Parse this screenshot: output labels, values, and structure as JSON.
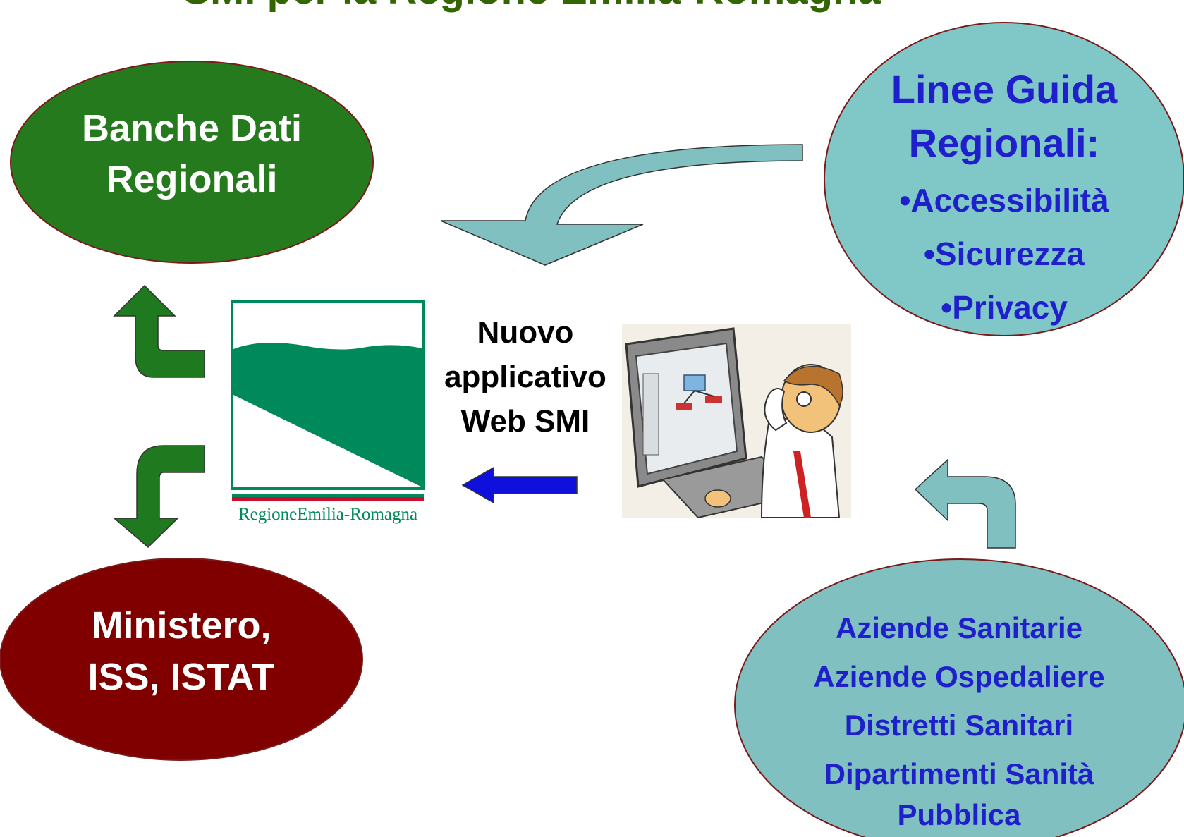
{
  "title": "SMI per la Regione Emilia-Romagna",
  "colors": {
    "title": "#336600",
    "green_ellipse": "#267a1e",
    "maroon_ellipse": "#800000",
    "teal_ellipse": "#80c4c4",
    "ellipse_border": "#7a1a1a",
    "blue_text": "#1f1fcc",
    "green_arrow": "#1f7a1f",
    "teal_arrow": "#80c0c0",
    "blue_arrow": "#1010dd",
    "logo_green": "#00895a",
    "logo_red": "#c8102e"
  },
  "nodes": {
    "banche_dati": {
      "lines": [
        "Banche Dati",
        "Regionali"
      ]
    },
    "ministero": {
      "lines": [
        "Ministero,",
        "ISS, ISTAT"
      ]
    },
    "linee_guida": {
      "lines": [
        "Linee Guida",
        "Regionali:"
      ],
      "bullets": [
        "•Accessibilità",
        "•Sicurezza",
        "•Privacy"
      ]
    },
    "aziende": {
      "lines": [
        "Aziende Sanitarie",
        "Aziende Ospedaliere",
        "Distretti Sanitari",
        "Dipartimenti Sanità",
        "Pubblica"
      ]
    }
  },
  "center_label": {
    "lines": [
      "Nuovo",
      "applicativo",
      "Web SMI"
    ]
  },
  "logo": {
    "caption": "RegioneEmilia-Romagna"
  },
  "icons": {
    "computer_user": "computer-user-cartoon",
    "arrow_up": "curved-arrow-up-icon",
    "arrow_down": "curved-arrow-down-icon",
    "arrow_left": "arrow-left-icon",
    "arrow_curved_teal": "curved-arrow-left-down-icon",
    "arrow_up_teal": "curved-arrow-up-left-icon"
  }
}
